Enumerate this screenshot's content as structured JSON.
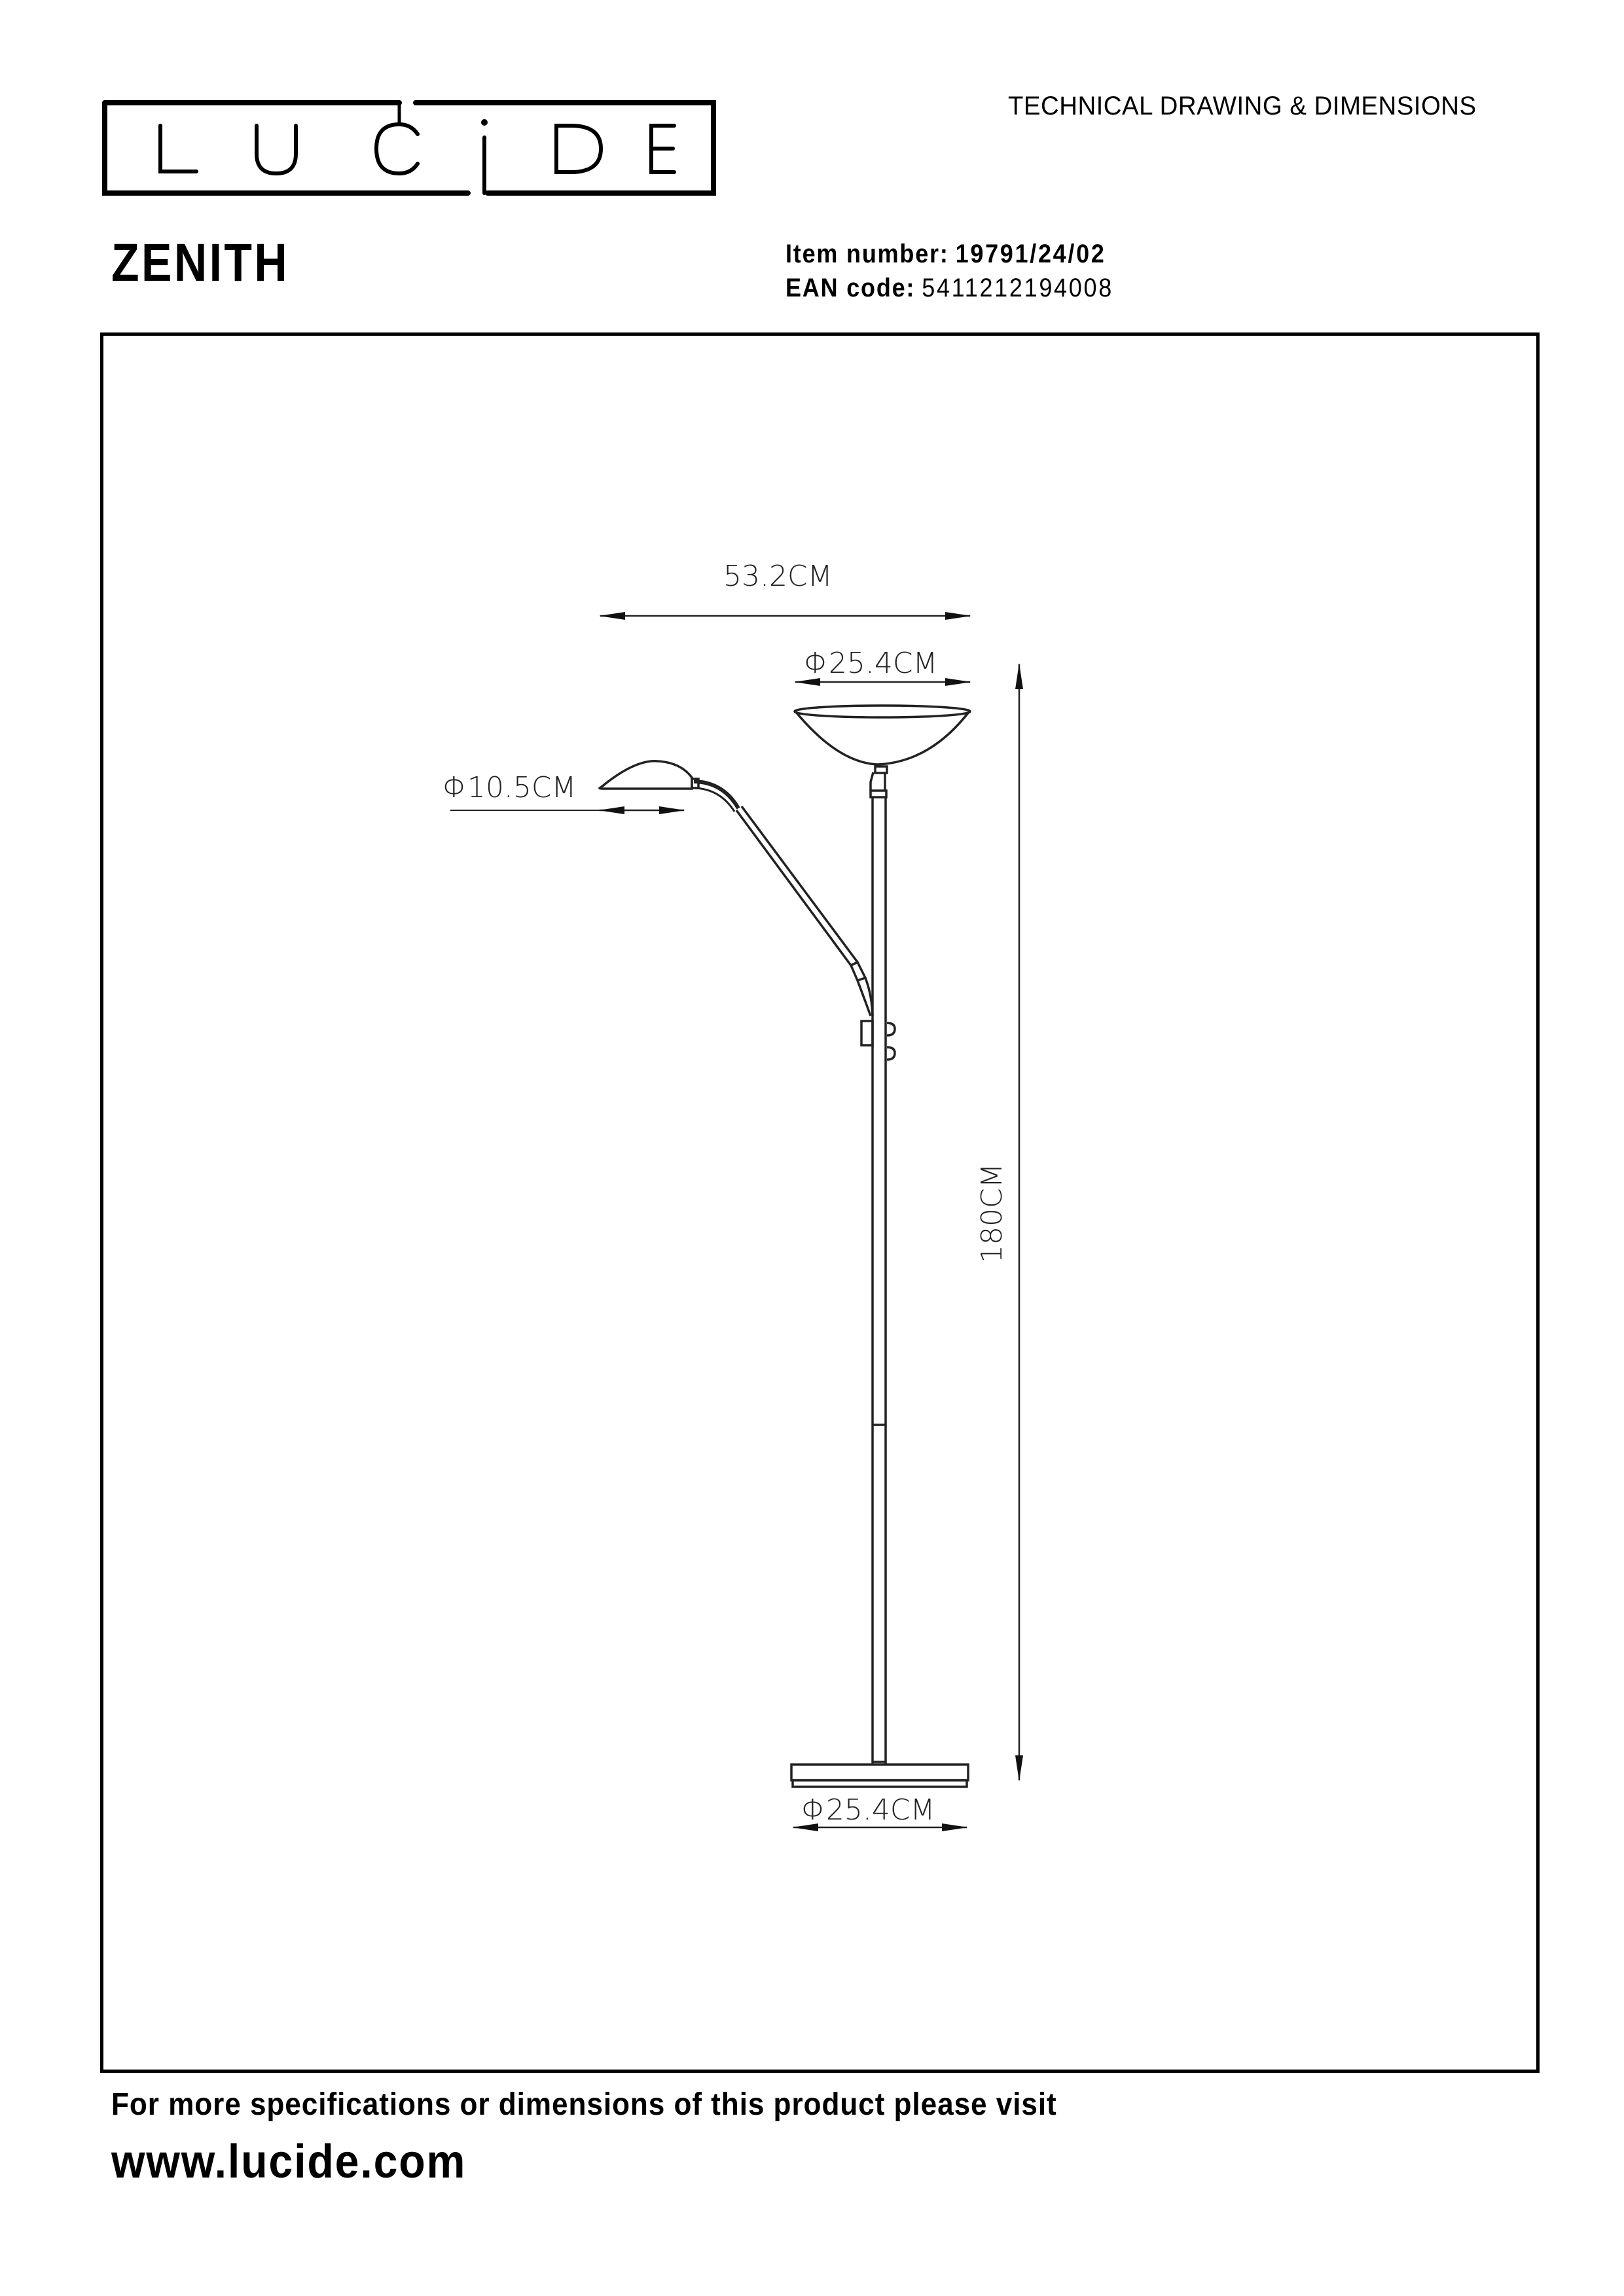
{
  "header": {
    "brand_logo_text": "LUCIDE",
    "brand_logo_letters": [
      "L",
      "U",
      "C",
      "i",
      "D",
      "E"
    ],
    "document_type": "TECHNICAL DRAWING & DIMENSIONS",
    "product_name": "ZENITH",
    "item_number_label": "Item number:",
    "item_number_value": "19791/24/02",
    "ean_label": "EAN code:",
    "ean_value": "5411212194008"
  },
  "drawing": {
    "subject": "floor lamp with uplighter bowl and reading arm",
    "dimensions": {
      "total_width": "53.2CM",
      "uplighter_diameter": "Φ25.4CM",
      "reading_head_diameter": "Φ10.5CM",
      "height": "180CM",
      "base_diameter": "Φ25.4CM"
    },
    "line_color": "#222222"
  },
  "footer": {
    "info_text": "For more specifications or dimensions of this product please visit",
    "url": "www.lucide.com"
  }
}
